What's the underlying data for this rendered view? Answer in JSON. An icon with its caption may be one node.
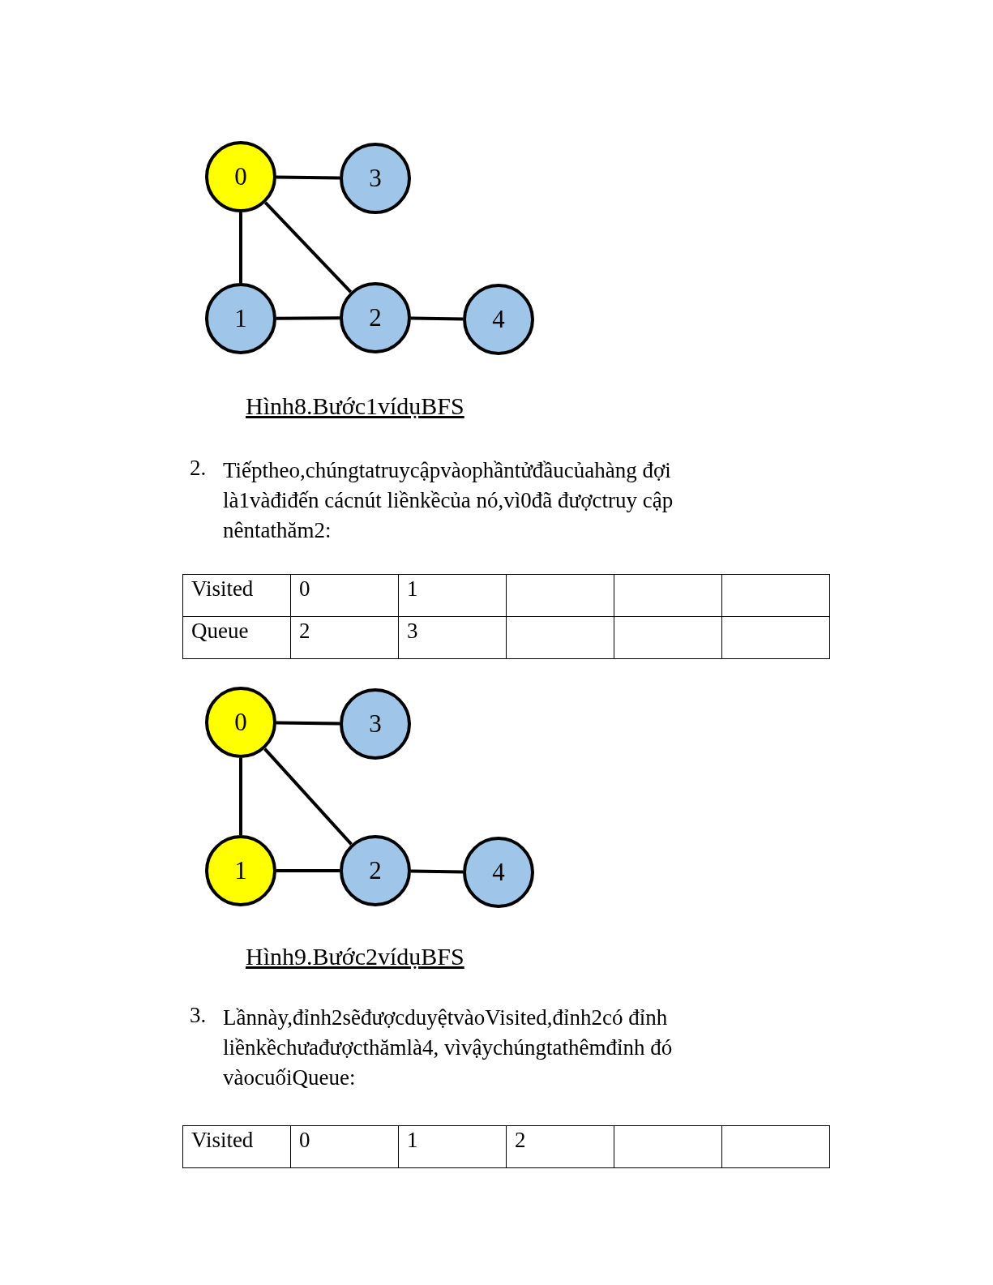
{
  "diagram": {
    "nodes": [
      {
        "text": [
          "0"
        ]
      },
      {
        "text": [
          "3"
        ]
      },
      {
        "text": [
          "1"
        ]
      },
      {
        "text": [
          "2"
        ]
      },
      {
        "text": [
          "4"
        ]
      },
      {
        "text": [
          "0"
        ]
      },
      {
        "text": [
          "3"
        ]
      },
      {
        "text": [
          "1"
        ]
      },
      {
        "text": [
          "2"
        ]
      },
      {
        "text": [
          "4"
        ]
      }
    ],
    "edges": [
      {
        "from": 0,
        "to": 1,
        "arrow": "none"
      },
      {
        "from": 0,
        "to": 2,
        "arrow": "none"
      },
      {
        "from": 0,
        "to": 3,
        "arrow": "none"
      },
      {
        "from": 2,
        "to": 3,
        "arrow": "none"
      },
      {
        "from": 3,
        "to": 4,
        "arrow": "none"
      },
      {
        "from": 5,
        "to": 6,
        "arrow": "none"
      },
      {
        "from": 5,
        "to": 7,
        "arrow": "none"
      },
      {
        "from": 5,
        "to": 8,
        "arrow": "none"
      },
      {
        "from": 7,
        "to": 8,
        "arrow": "none"
      },
      {
        "from": 8,
        "to": 9,
        "arrow": "none"
      }
    ],
    "labels": [
      "Hình8.Bước1vídụBFS",
      "2.",
      "Tiếptheo,chúngtatruycậpvàophầntửđầucủahàng đợi là1vàđiđến cácnút liềnkềcủa nó,vì0đã đượctruy cập nêntathăm2:",
      "Visited",
      "0",
      "1",
      "Queue",
      "2",
      "3",
      "Hình9.Bước2vídụBFS",
      "3.",
      "Lầnnày,đỉnh2sẽđượcduyệtvàoVisited,đỉnh2có đỉnh liềnkềchưađượcthămlà4, vìvậychúngtathêmđỉnh đó vàocuốiQueue:",
      "Visited",
      "0",
      "1",
      "2"
    ]
  }
}
